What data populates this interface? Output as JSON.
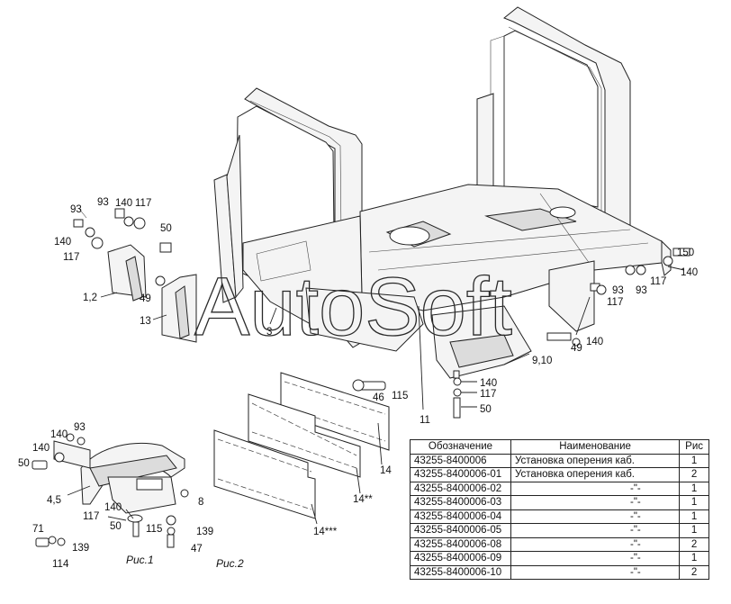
{
  "callouts": {
    "c93a": "93",
    "c140a": "140",
    "c117a": "117",
    "c93b": "93",
    "c140b": "140",
    "c117b": "117",
    "c50a": "50",
    "c12": "1,2",
    "c49a": "49",
    "c13": "13",
    "c3": "3",
    "c150": "150",
    "c140c": "140",
    "c93c": "93",
    "c117c": "117",
    "c93d": "93",
    "c117d": "117",
    "c49b": "49",
    "c140d": "140",
    "c910": "9,10",
    "c140e": "140",
    "c117e": "117",
    "c50b": "50",
    "c46": "46",
    "c115a": "115",
    "c11": "11",
    "c14": "14",
    "c14s2": "14**",
    "c14s3": "14***",
    "c140f": "140",
    "c93e": "93",
    "c140g": "140",
    "c50c": "50",
    "c45": "4,5",
    "c8": "8",
    "c117f": "117",
    "c140h": "140",
    "c50d": "50",
    "c115b": "115",
    "c139a": "139",
    "c71": "71",
    "c139b": "139",
    "c114": "114",
    "c47": "47"
  },
  "captions": {
    "fig1": "Рис.1",
    "fig2": "Рис.2"
  },
  "watermark": "AutoSoft",
  "table": {
    "headers": [
      "Обозначение",
      "Наименование",
      "Рис"
    ],
    "rows": [
      {
        "code": "43255-8400006",
        "name": "Установка оперения каб.",
        "fig": "1"
      },
      {
        "code": "43255-8400006-01",
        "name": "Установка оперения каб.",
        "fig": "2"
      },
      {
        "code": "43255-8400006-02",
        "name": "-\"-",
        "fig": "1"
      },
      {
        "code": "43255-8400006-03",
        "name": "-\"-",
        "fig": "1"
      },
      {
        "code": "43255-8400006-04",
        "name": "-\"-",
        "fig": "1"
      },
      {
        "code": "43255-8400006-05",
        "name": "-\"-",
        "fig": "1"
      },
      {
        "code": "43255-8400006-08",
        "name": "-\"-",
        "fig": "2"
      },
      {
        "code": "43255-8400006-09",
        "name": "-\"-",
        "fig": "1"
      },
      {
        "code": "43255-8400006-10",
        "name": "-\"-",
        "fig": "2"
      }
    ]
  }
}
